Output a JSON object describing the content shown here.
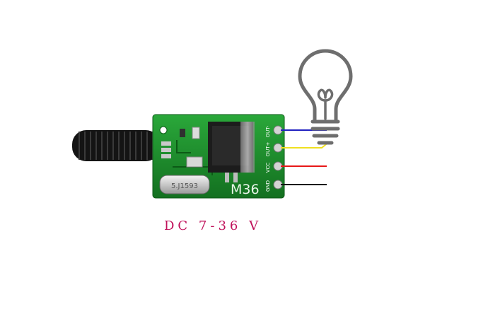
{
  "board": {
    "model_label": "M36",
    "crystal_label": "5.J1593",
    "pins": [
      {
        "label": "OUT-",
        "wire_color": "#2020c0"
      },
      {
        "label": "OUT+",
        "wire_color": "#f0e020"
      },
      {
        "label": "VCC",
        "wire_color": "#e81818"
      },
      {
        "label": "GND",
        "wire_color": "#111111"
      }
    ],
    "pcb_color": "#1a8a2a",
    "antenna_color": "#141414"
  },
  "caption": "DC  7-36  V",
  "colors": {
    "caption": "#c0115a",
    "bulb_outline": "#6e6e6e"
  },
  "icons": [
    "light-bulb-icon"
  ]
}
